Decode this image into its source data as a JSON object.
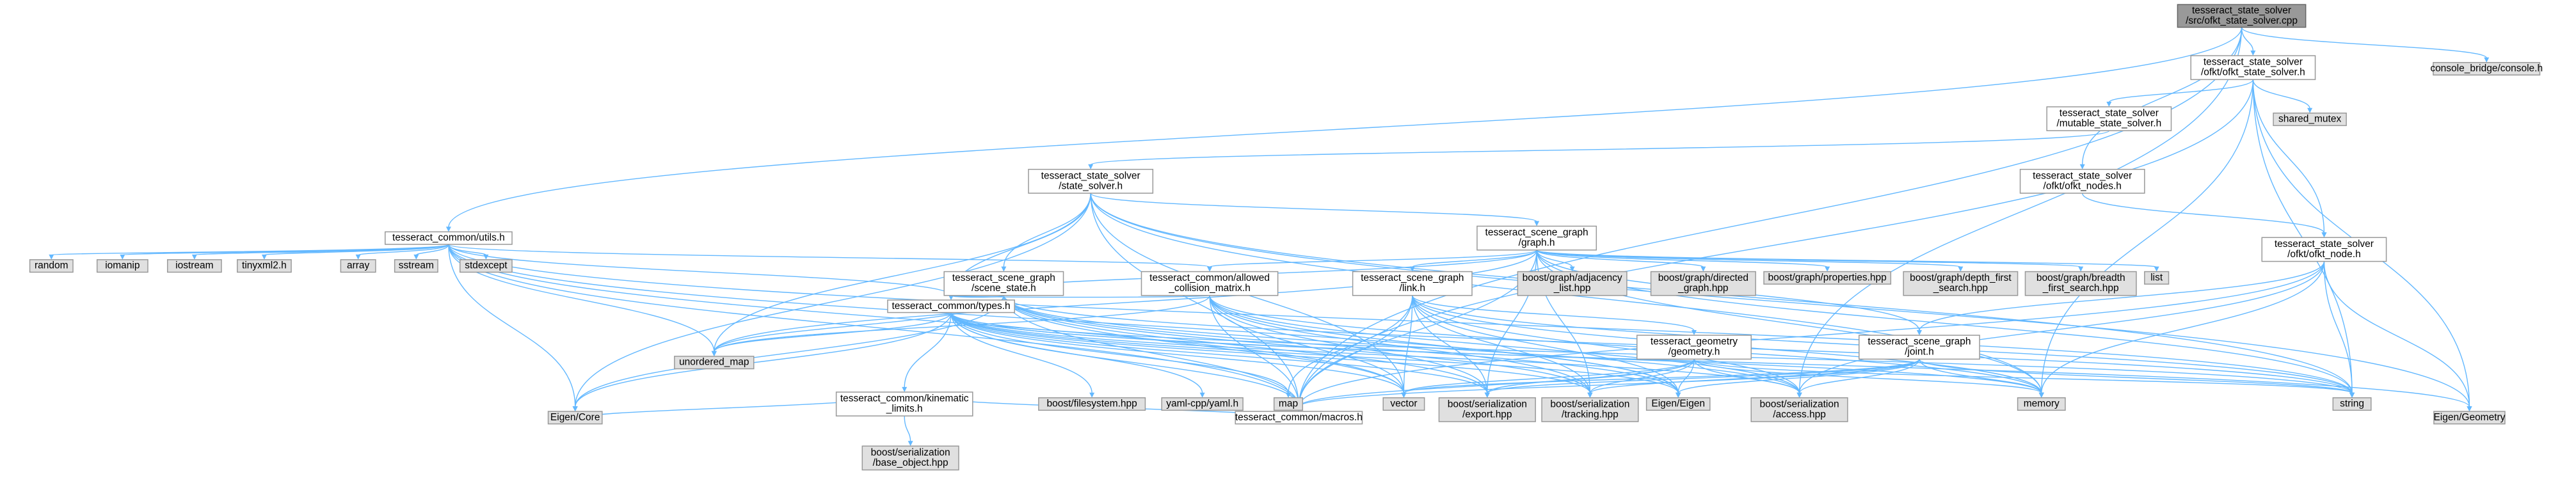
{
  "diagram": {
    "title": "tesseract_state_solver/src/ofkt_state_solver.cpp",
    "colors": {
      "edge": "#63b8ff",
      "root_fill": "#999999",
      "node_fill": "#ffffff",
      "ext_fill": "#e0e0e0",
      "border": "#999999"
    },
    "nodes": [
      {
        "id": "root",
        "lines": [
          "tesseract_state_solver",
          "/src/ofkt_state_solver.cpp"
        ],
        "kind": "root"
      },
      {
        "id": "ofkt_state_solver_h",
        "lines": [
          "tesseract_state_solver",
          "/ofkt/ofkt_state_solver.h"
        ],
        "kind": "plain"
      },
      {
        "id": "console_bridge",
        "lines": [
          "console_bridge/console.h"
        ],
        "kind": "ext"
      },
      {
        "id": "mutable_state_solver",
        "lines": [
          "tesseract_state_solver",
          "/mutable_state_solver.h"
        ],
        "kind": "plain"
      },
      {
        "id": "shared_mutex",
        "lines": [
          "shared_mutex"
        ],
        "kind": "ext"
      },
      {
        "id": "ofkt_nodes",
        "lines": [
          "tesseract_state_solver",
          "/ofkt/ofkt_nodes.h"
        ],
        "kind": "plain"
      },
      {
        "id": "state_solver",
        "lines": [
          "tesseract_state_solver",
          "/state_solver.h"
        ],
        "kind": "plain"
      },
      {
        "id": "utils",
        "lines": [
          "tesseract_common/utils.h"
        ],
        "kind": "plain"
      },
      {
        "id": "graph",
        "lines": [
          "tesseract_scene_graph",
          "/graph.h"
        ],
        "kind": "plain"
      },
      {
        "id": "ofkt_node",
        "lines": [
          "tesseract_state_solver",
          "/ofkt/ofkt_node.h"
        ],
        "kind": "plain"
      },
      {
        "id": "random",
        "lines": [
          "random"
        ],
        "kind": "ext"
      },
      {
        "id": "iomanip",
        "lines": [
          "iomanip"
        ],
        "kind": "ext"
      },
      {
        "id": "iostream",
        "lines": [
          "iostream"
        ],
        "kind": "ext"
      },
      {
        "id": "tinyxml2",
        "lines": [
          "tinyxml2.h"
        ],
        "kind": "ext"
      },
      {
        "id": "array",
        "lines": [
          "array"
        ],
        "kind": "ext"
      },
      {
        "id": "sstream",
        "lines": [
          "sstream"
        ],
        "kind": "ext"
      },
      {
        "id": "stdexcept",
        "lines": [
          "stdexcept"
        ],
        "kind": "ext"
      },
      {
        "id": "scene_state",
        "lines": [
          "tesseract_scene_graph",
          "/scene_state.h"
        ],
        "kind": "plain"
      },
      {
        "id": "allowed_collision",
        "lines": [
          "tesseract_common/allowed",
          "_collision_matrix.h"
        ],
        "kind": "plain"
      },
      {
        "id": "link",
        "lines": [
          "tesseract_scene_graph",
          "/link.h"
        ],
        "kind": "plain"
      },
      {
        "id": "adjacency_list",
        "lines": [
          "boost/graph/adjacency",
          "_list.hpp"
        ],
        "kind": "ext"
      },
      {
        "id": "directed_graph",
        "lines": [
          "boost/graph/directed",
          "_graph.hpp"
        ],
        "kind": "ext"
      },
      {
        "id": "properties",
        "lines": [
          "boost/graph/properties.hpp"
        ],
        "kind": "ext"
      },
      {
        "id": "depth_first",
        "lines": [
          "boost/graph/depth_first",
          "_search.hpp"
        ],
        "kind": "ext"
      },
      {
        "id": "breadth_first",
        "lines": [
          "boost/graph/breadth",
          "_first_search.hpp"
        ],
        "kind": "ext"
      },
      {
        "id": "list",
        "lines": [
          "list"
        ],
        "kind": "ext"
      },
      {
        "id": "types",
        "lines": [
          "tesseract_common/types.h"
        ],
        "kind": "plain"
      },
      {
        "id": "geometry",
        "lines": [
          "tesseract_geometry",
          "/geometry.h"
        ],
        "kind": "plain"
      },
      {
        "id": "joint",
        "lines": [
          "tesseract_scene_graph",
          "/joint.h"
        ],
        "kind": "plain"
      },
      {
        "id": "unordered_map",
        "lines": [
          "unordered_map"
        ],
        "kind": "ext"
      },
      {
        "id": "kinematic_limits",
        "lines": [
          "tesseract_common/kinematic",
          "_limits.h"
        ],
        "kind": "plain"
      },
      {
        "id": "boost_filesystem",
        "lines": [
          "boost/filesystem.hpp"
        ],
        "kind": "ext"
      },
      {
        "id": "yaml",
        "lines": [
          "yaml-cpp/yaml.h"
        ],
        "kind": "ext"
      },
      {
        "id": "map",
        "lines": [
          "map"
        ],
        "kind": "ext"
      },
      {
        "id": "vector",
        "lines": [
          "vector"
        ],
        "kind": "ext"
      },
      {
        "id": "export",
        "lines": [
          "boost/serialization",
          "/export.hpp"
        ],
        "kind": "ext"
      },
      {
        "id": "tracking",
        "lines": [
          "boost/serialization",
          "/tracking.hpp"
        ],
        "kind": "ext"
      },
      {
        "id": "eigen",
        "lines": [
          "Eigen/Eigen"
        ],
        "kind": "ext"
      },
      {
        "id": "access",
        "lines": [
          "boost/serialization",
          "/access.hpp"
        ],
        "kind": "ext"
      },
      {
        "id": "memory",
        "lines": [
          "memory"
        ],
        "kind": "ext"
      },
      {
        "id": "string",
        "lines": [
          "string"
        ],
        "kind": "ext"
      },
      {
        "id": "base_object",
        "lines": [
          "boost/serialization",
          "/base_object.hpp"
        ],
        "kind": "ext"
      },
      {
        "id": "eigen_core",
        "lines": [
          "Eigen/Core"
        ],
        "kind": "ext"
      },
      {
        "id": "macros",
        "lines": [
          "tesseract_common/macros.h"
        ],
        "kind": "plain"
      },
      {
        "id": "eigen_geometry",
        "lines": [
          "Eigen/Geometry"
        ],
        "kind": "ext"
      }
    ],
    "edges": [
      [
        "root",
        "ofkt_state_solver_h"
      ],
      [
        "root",
        "console_bridge"
      ],
      [
        "root",
        "utils"
      ],
      [
        "root",
        "ofkt_nodes"
      ],
      [
        "root",
        "macros"
      ],
      [
        "root",
        "access"
      ],
      [
        "ofkt_state_solver_h",
        "mutable_state_solver"
      ],
      [
        "ofkt_state_solver_h",
        "shared_mutex"
      ],
      [
        "ofkt_state_solver_h",
        "ofkt_node"
      ],
      [
        "ofkt_state_solver_h",
        "memory"
      ],
      [
        "ofkt_state_solver_h",
        "string"
      ],
      [
        "ofkt_state_solver_h",
        "macros"
      ],
      [
        "ofkt_state_solver_h",
        "eigen_geometry"
      ],
      [
        "mutable_state_solver",
        "state_solver"
      ],
      [
        "ofkt_nodes",
        "ofkt_node"
      ],
      [
        "state_solver",
        "graph"
      ],
      [
        "state_solver",
        "scene_state"
      ],
      [
        "state_solver",
        "types"
      ],
      [
        "state_solver",
        "unordered_map"
      ],
      [
        "state_solver",
        "vector"
      ],
      [
        "state_solver",
        "memory"
      ],
      [
        "state_solver",
        "string"
      ],
      [
        "state_solver",
        "eigen_core"
      ],
      [
        "state_solver",
        "eigen_geometry"
      ],
      [
        "state_solver",
        "macros"
      ],
      [
        "utils",
        "random"
      ],
      [
        "utils",
        "iomanip"
      ],
      [
        "utils",
        "iostream"
      ],
      [
        "utils",
        "tinyxml2"
      ],
      [
        "utils",
        "array"
      ],
      [
        "utils",
        "sstream"
      ],
      [
        "utils",
        "stdexcept"
      ],
      [
        "utils",
        "allowed_collision"
      ],
      [
        "utils",
        "types"
      ],
      [
        "utils",
        "eigen_core"
      ],
      [
        "utils",
        "unordered_map"
      ],
      [
        "utils",
        "vector"
      ],
      [
        "utils",
        "string"
      ],
      [
        "utils",
        "macros"
      ],
      [
        "utils",
        "eigen"
      ],
      [
        "graph",
        "allowed_collision"
      ],
      [
        "graph",
        "link"
      ],
      [
        "graph",
        "adjacency_list"
      ],
      [
        "graph",
        "directed_graph"
      ],
      [
        "graph",
        "properties"
      ],
      [
        "graph",
        "depth_first"
      ],
      [
        "graph",
        "breadth_first"
      ],
      [
        "graph",
        "list"
      ],
      [
        "graph",
        "joint"
      ],
      [
        "graph",
        "unordered_map"
      ],
      [
        "graph",
        "string"
      ],
      [
        "graph",
        "memory"
      ],
      [
        "graph",
        "export"
      ],
      [
        "graph",
        "tracking"
      ],
      [
        "graph",
        "macros"
      ],
      [
        "graph",
        "types"
      ],
      [
        "ofkt_node",
        "joint"
      ],
      [
        "ofkt_node",
        "memory"
      ],
      [
        "ofkt_node",
        "string"
      ],
      [
        "ofkt_node",
        "macros"
      ],
      [
        "ofkt_node",
        "eigen_geometry"
      ],
      [
        "ofkt_node",
        "access"
      ],
      [
        "scene_state",
        "types"
      ],
      [
        "scene_state",
        "unordered_map"
      ],
      [
        "scene_state",
        "vector"
      ],
      [
        "scene_state",
        "string"
      ],
      [
        "scene_state",
        "eigen_core"
      ],
      [
        "scene_state",
        "export"
      ],
      [
        "scene_state",
        "tracking"
      ],
      [
        "scene_state",
        "access"
      ],
      [
        "scene_state",
        "eigen"
      ],
      [
        "scene_state",
        "macros"
      ],
      [
        "allowed_collision",
        "types"
      ],
      [
        "allowed_collision",
        "vector"
      ],
      [
        "allowed_collision",
        "memory"
      ],
      [
        "allowed_collision",
        "export"
      ],
      [
        "allowed_collision",
        "tracking"
      ],
      [
        "allowed_collision",
        "eigen"
      ],
      [
        "allowed_collision",
        "macros"
      ],
      [
        "allowed_collision",
        "access"
      ],
      [
        "allowed_collision",
        "unordered_map"
      ],
      [
        "link",
        "geometry"
      ],
      [
        "link",
        "vector"
      ],
      [
        "link",
        "map"
      ],
      [
        "link",
        "export"
      ],
      [
        "link",
        "tracking"
      ],
      [
        "link",
        "eigen"
      ],
      [
        "link",
        "access"
      ],
      [
        "link",
        "memory"
      ],
      [
        "link",
        "string"
      ],
      [
        "link",
        "macros"
      ],
      [
        "types",
        "kinematic_limits"
      ],
      [
        "types",
        "boost_filesystem"
      ],
      [
        "types",
        "yaml"
      ],
      [
        "types",
        "map"
      ],
      [
        "types",
        "vector"
      ],
      [
        "types",
        "unordered_map"
      ],
      [
        "types",
        "export"
      ],
      [
        "types",
        "tracking"
      ],
      [
        "types",
        "eigen"
      ],
      [
        "types",
        "access"
      ],
      [
        "types",
        "memory"
      ],
      [
        "types",
        "string"
      ],
      [
        "types",
        "eigen_core"
      ],
      [
        "types",
        "eigen_geometry"
      ],
      [
        "types",
        "macros"
      ],
      [
        "geometry",
        "vector"
      ],
      [
        "geometry",
        "export"
      ],
      [
        "geometry",
        "tracking"
      ],
      [
        "geometry",
        "eigen"
      ],
      [
        "geometry",
        "access"
      ],
      [
        "geometry",
        "memory"
      ],
      [
        "geometry",
        "string"
      ],
      [
        "geometry",
        "macros"
      ],
      [
        "joint",
        "vector"
      ],
      [
        "joint",
        "export"
      ],
      [
        "joint",
        "tracking"
      ],
      [
        "joint",
        "eigen"
      ],
      [
        "joint",
        "access"
      ],
      [
        "joint",
        "memory"
      ],
      [
        "joint",
        "string"
      ],
      [
        "joint",
        "macros"
      ],
      [
        "kinematic_limits",
        "base_object"
      ],
      [
        "kinematic_limits",
        "eigen_core"
      ],
      [
        "kinematic_limits",
        "macros"
      ]
    ]
  }
}
